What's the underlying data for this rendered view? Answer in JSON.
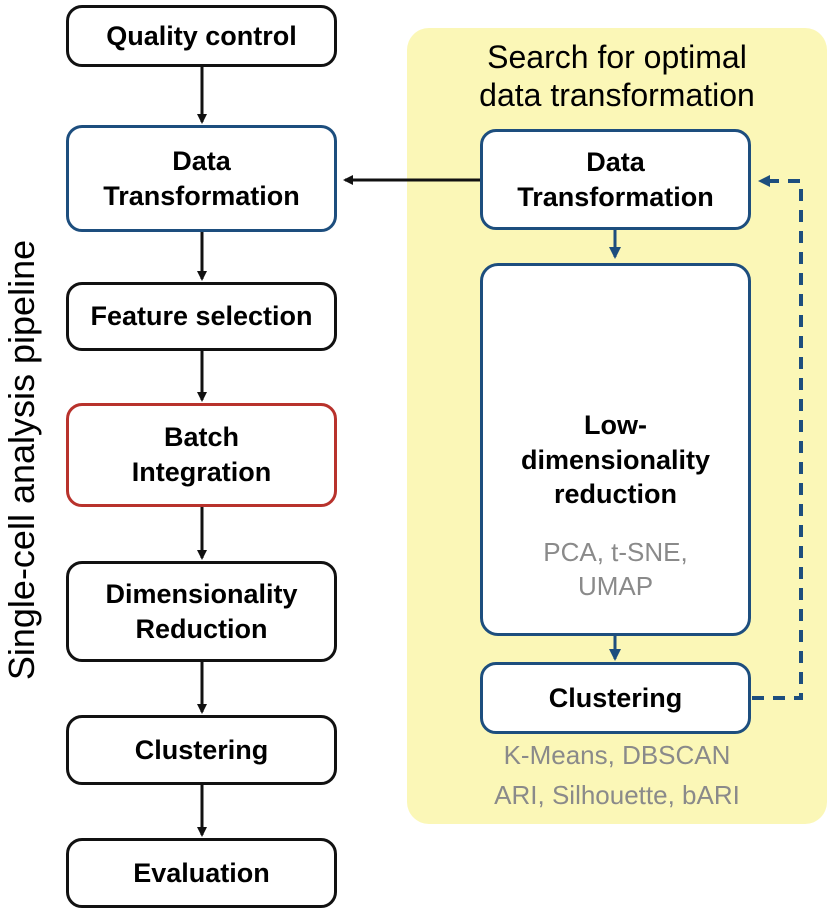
{
  "side_label": "Single-cell analysis pipeline",
  "pipeline": [
    "Quality control",
    "Data\nTransformation",
    "Feature selection",
    "Batch\nIntegration",
    "Dimensionality\nReduction",
    "Clustering",
    "Evaluation"
  ],
  "search_panel": {
    "title": "Search for optimal\ndata transformation",
    "data_transformation": "Data\nTransformation",
    "low_dim": {
      "title": "Low-\ndimensionality\nreduction",
      "methods": "PCA, t-SNE,\nUMAP"
    },
    "clustering": "Clustering",
    "clustering_methods": "K-Means, DBSCAN",
    "metrics": "ARI, Silhouette, bARI"
  },
  "colors": {
    "panel": "#fbf7b7",
    "highlight_blue": "#1d4e7e",
    "highlight_red": "#b8322c",
    "note_gray": "#8a8a8a"
  }
}
